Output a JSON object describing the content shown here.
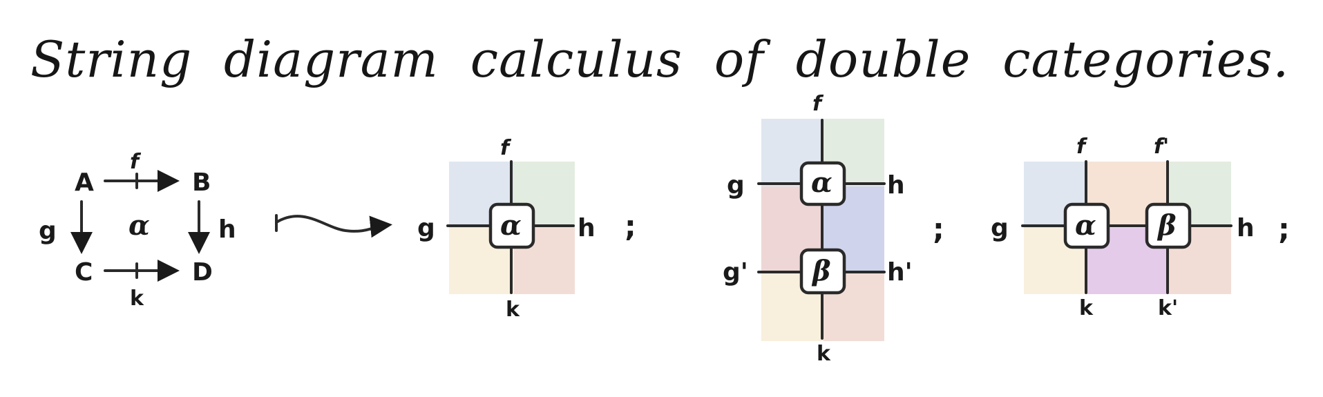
{
  "title": "String diagram calculus of double categories.",
  "square": {
    "objects": {
      "top_left": "A",
      "top_right": "B",
      "bottom_left": "C",
      "bottom_right": "D"
    },
    "horizontal_top": "f",
    "horizontal_bottom": "k",
    "vertical_left": "g",
    "vertical_right": "h",
    "cell": "α"
  },
  "diagram_single": {
    "top": "f",
    "bottom": "k",
    "left": "g",
    "right": "h",
    "cell": "α"
  },
  "diagram_vertical": {
    "top": "f",
    "bottom": "k",
    "left_top": "g",
    "right_top": "h",
    "left_bottom": "g'",
    "right_bottom": "h'",
    "cell_top": "α",
    "cell_bottom": "β"
  },
  "diagram_horizontal": {
    "top_left": "f",
    "top_right": "f'",
    "bottom_left": "k",
    "bottom_right": "k'",
    "left": "g",
    "right": "h",
    "cell_left": "α",
    "cell_right": "β"
  },
  "separator": ";",
  "colors": {
    "blue": "#dfe6ef",
    "green": "#e3ece0",
    "cream": "#f8efdd",
    "rose": "#f2ddd6",
    "red": "#eed6d6",
    "periwinkle": "#cfd3ec",
    "peach": "#f6e3d6",
    "lilac": "#e3cbe9",
    "ink": "#1a1a1a"
  }
}
